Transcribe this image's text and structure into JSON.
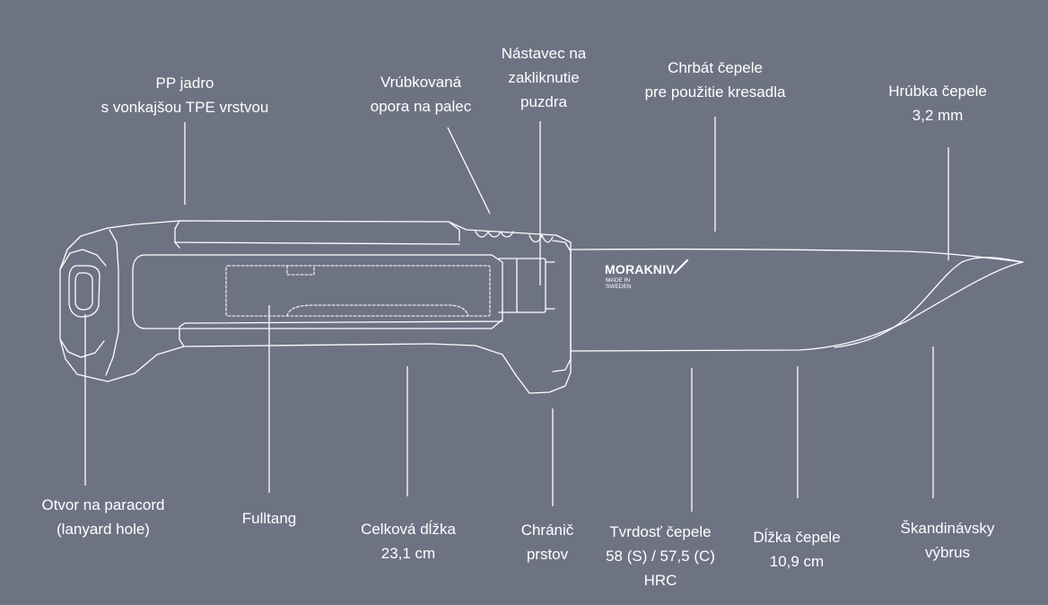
{
  "colors": {
    "background": "#6e7384",
    "lines": "#ffffff"
  },
  "brand": {
    "name": "MORAKNIV",
    "made_in_line1": "MADE IN",
    "made_in_line2": "SWEDEN"
  },
  "labels_top": {
    "pp_core": {
      "line1": "PP jadro",
      "line2": "s vonkajšou TPE vrstvou"
    },
    "thumb_rest": {
      "line1": "Vrúbkovaná",
      "line2": "opora na palec"
    },
    "sheath_clip": {
      "line1": "Nástavec na",
      "line2": "zakliknutie",
      "line3": "puzdra"
    },
    "spine": {
      "line1": "Chrbát čepele",
      "line2": "pre použitie kresadla"
    },
    "thickness": {
      "line1": "Hrúbka čepele",
      "line2": "3,2 mm"
    }
  },
  "labels_bottom": {
    "lanyard": {
      "line1": "Otvor na paracord",
      "line2": "(lanyard hole)"
    },
    "fulltang": {
      "line1": "Fulltang"
    },
    "overall_length": {
      "line1": "Celková dĺžka",
      "line2": "23,1 cm"
    },
    "finger_guard": {
      "line1": "Chránič",
      "line2": "prstov"
    },
    "hardness": {
      "line1": "Tvrdosť čepele",
      "line2": "58 (S) / 57,5 (C)",
      "line3": "HRC"
    },
    "blade_length": {
      "line1": "Dĺžka čepele",
      "line2": "10,9 cm"
    },
    "grind": {
      "line1": "Škandinávsky",
      "line2": "výbrus"
    }
  }
}
